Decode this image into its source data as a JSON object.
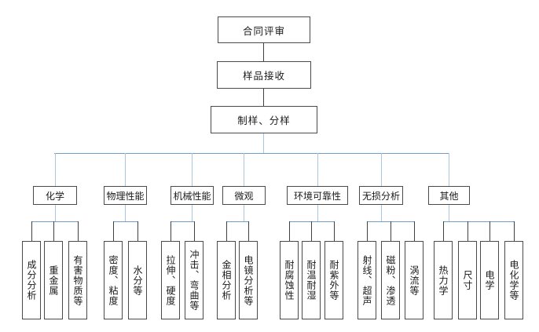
{
  "flow": {
    "top_nodes": [
      {
        "label": "合同评审"
      },
      {
        "label": "样品接收"
      },
      {
        "label": "制样、分样"
      }
    ],
    "branches": [
      {
        "label": "化学",
        "children": [
          {
            "label": "成分分析"
          },
          {
            "label": "重金属"
          },
          {
            "label": "有害物质等"
          }
        ]
      },
      {
        "label": "物理性能",
        "children": [
          {
            "label": "密度、粘度"
          },
          {
            "label": "水分等"
          }
        ]
      },
      {
        "label": "机械性能",
        "children": [
          {
            "label": "拉伸、硬度"
          },
          {
            "label": "冲击、弯曲等"
          }
        ]
      },
      {
        "label": "微观",
        "children": [
          {
            "label": "金相分析"
          },
          {
            "label": "电镜分析等"
          }
        ]
      },
      {
        "label": "环境可靠性",
        "children": [
          {
            "label": "耐腐蚀性"
          },
          {
            "label": "耐温耐湿"
          },
          {
            "label": "耐紫外等"
          }
        ]
      },
      {
        "label": "无损分析",
        "children": [
          {
            "label": "射线、超声"
          },
          {
            "label": "磁粉、渗透"
          },
          {
            "label": "涡流等"
          }
        ]
      },
      {
        "label": "其他",
        "children": [
          {
            "label": "热力学"
          },
          {
            "label": "尺寸"
          },
          {
            "label": "电学"
          },
          {
            "label": "电化学等"
          }
        ]
      }
    ],
    "colors": {
      "connector_blue": "#6f9cc9",
      "connector_light_blue": "#aac7e2",
      "connector_dark": "#404040",
      "box_border": "#4a4a4a",
      "background": "#ffffff"
    }
  }
}
